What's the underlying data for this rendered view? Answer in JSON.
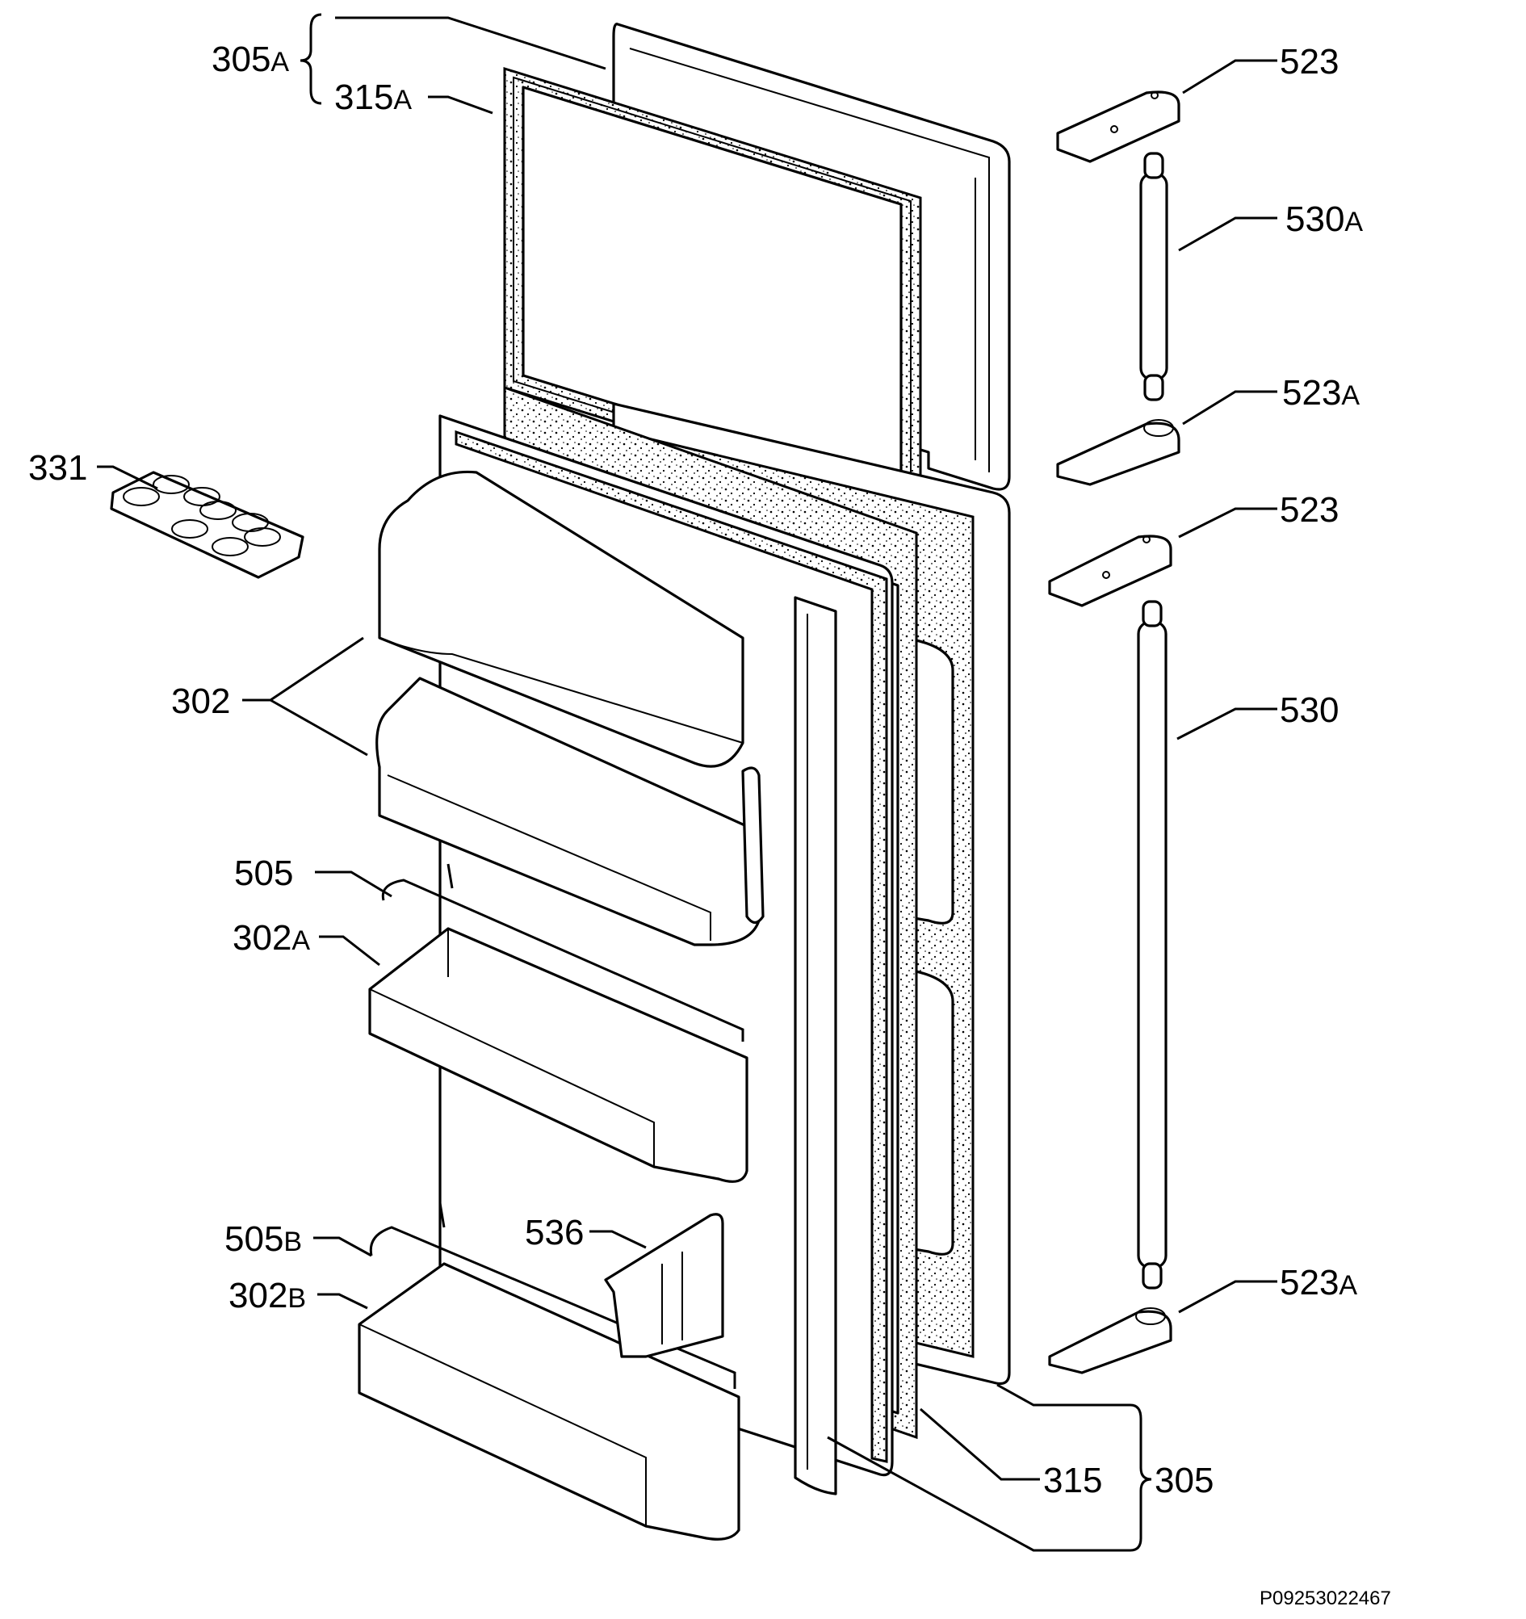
{
  "diagram": {
    "reference_code": "P09253022467",
    "callouts": [
      {
        "id": "305A",
        "num": "305",
        "suffix": "A"
      },
      {
        "id": "315A",
        "num": "315",
        "suffix": "A"
      },
      {
        "id": "331",
        "num": "331",
        "suffix": ""
      },
      {
        "id": "302",
        "num": "302",
        "suffix": ""
      },
      {
        "id": "505",
        "num": "505",
        "suffix": ""
      },
      {
        "id": "302A",
        "num": "302",
        "suffix": "A"
      },
      {
        "id": "505B",
        "num": "505",
        "suffix": "B"
      },
      {
        "id": "536",
        "num": "536",
        "suffix": ""
      },
      {
        "id": "302B",
        "num": "302",
        "suffix": "B"
      },
      {
        "id": "523-top",
        "num": "523",
        "suffix": ""
      },
      {
        "id": "530A",
        "num": "530",
        "suffix": "A"
      },
      {
        "id": "523A-upper",
        "num": "523",
        "suffix": "A"
      },
      {
        "id": "523-mid",
        "num": "523",
        "suffix": ""
      },
      {
        "id": "530",
        "num": "530",
        "suffix": ""
      },
      {
        "id": "523A-lower",
        "num": "523",
        "suffix": "A"
      },
      {
        "id": "315",
        "num": "315",
        "suffix": ""
      },
      {
        "id": "305",
        "num": "305",
        "suffix": ""
      }
    ]
  }
}
